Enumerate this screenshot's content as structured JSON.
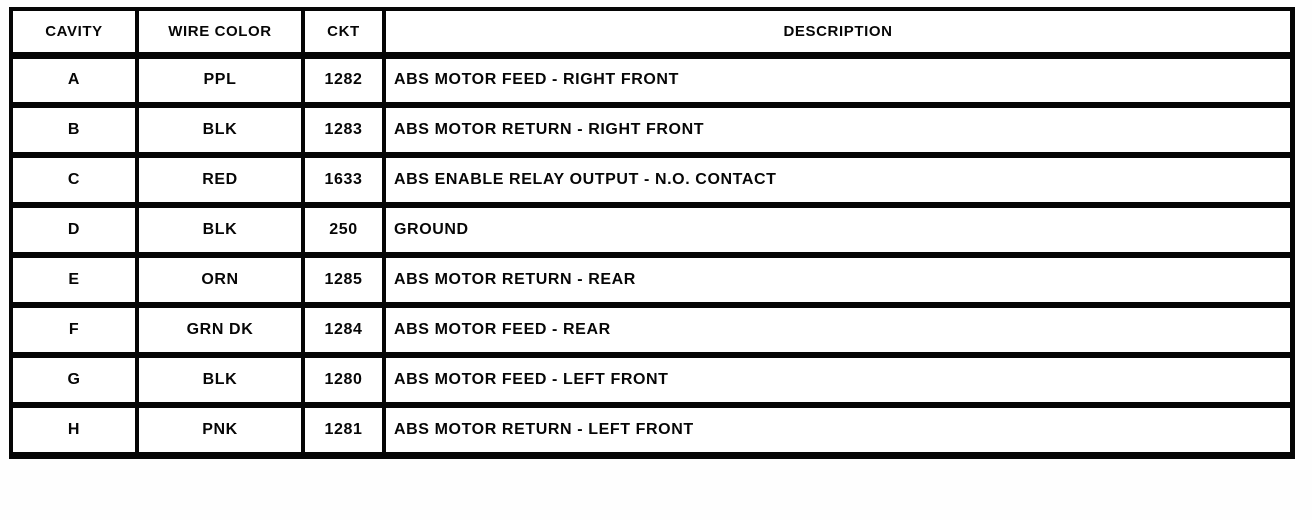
{
  "colors": {
    "ink": "#0b0b0b",
    "paper": "#fefefe"
  },
  "table": {
    "headers": [
      "CAVITY",
      "WIRE COLOR",
      "CKT",
      "DESCRIPTION"
    ],
    "rows": [
      {
        "cavity": "A",
        "wire_color": "PPL",
        "ckt": "1282",
        "description": "ABS MOTOR FEED - RIGHT FRONT"
      },
      {
        "cavity": "B",
        "wire_color": "BLK",
        "ckt": "1283",
        "description": "ABS MOTOR RETURN - RIGHT FRONT"
      },
      {
        "cavity": "C",
        "wire_color": "RED",
        "ckt": "1633",
        "description": "ABS ENABLE RELAY OUTPUT - N.O. CONTACT"
      },
      {
        "cavity": "D",
        "wire_color": "BLK",
        "ckt": "250",
        "description": "GROUND"
      },
      {
        "cavity": "E",
        "wire_color": "ORN",
        "ckt": "1285",
        "description": "ABS MOTOR RETURN - REAR"
      },
      {
        "cavity": "F",
        "wire_color": "GRN DK",
        "ckt": "1284",
        "description": "ABS MOTOR FEED - REAR"
      },
      {
        "cavity": "G",
        "wire_color": "BLK",
        "ckt": "1280",
        "description": "ABS MOTOR FEED - LEFT FRONT"
      },
      {
        "cavity": "H",
        "wire_color": "PNK",
        "ckt": "1281",
        "description": "ABS MOTOR RETURN - LEFT FRONT"
      }
    ]
  }
}
